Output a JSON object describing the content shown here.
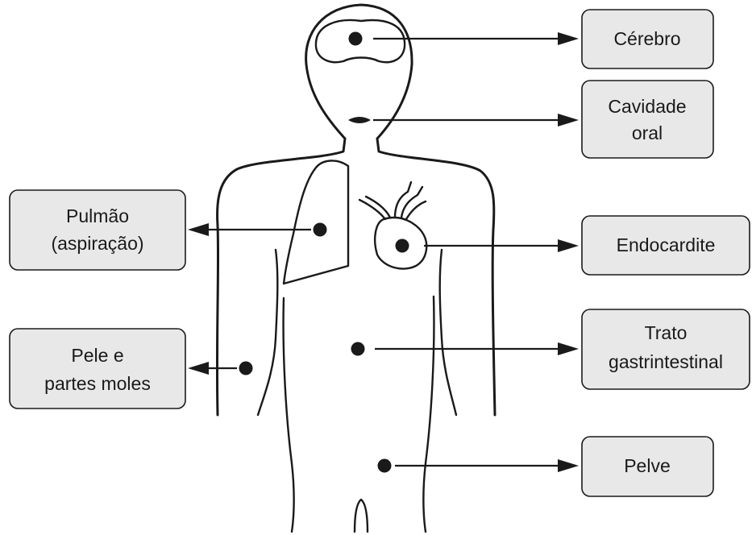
{
  "labels": {
    "cerebro": "Cérebro",
    "cavidade": [
      "Cavidade",
      "oral"
    ],
    "pulmao": [
      "Pulmão",
      "(aspiração)"
    ],
    "endocardite": "Endocardite",
    "pele": [
      "Pele e",
      "partes moles"
    ],
    "trato": [
      "Trato",
      "gastrintestinal"
    ],
    "pelve": "Pelve"
  },
  "colors": {
    "box_fill": "#e8e8e8",
    "line": "#1a1a1a"
  }
}
